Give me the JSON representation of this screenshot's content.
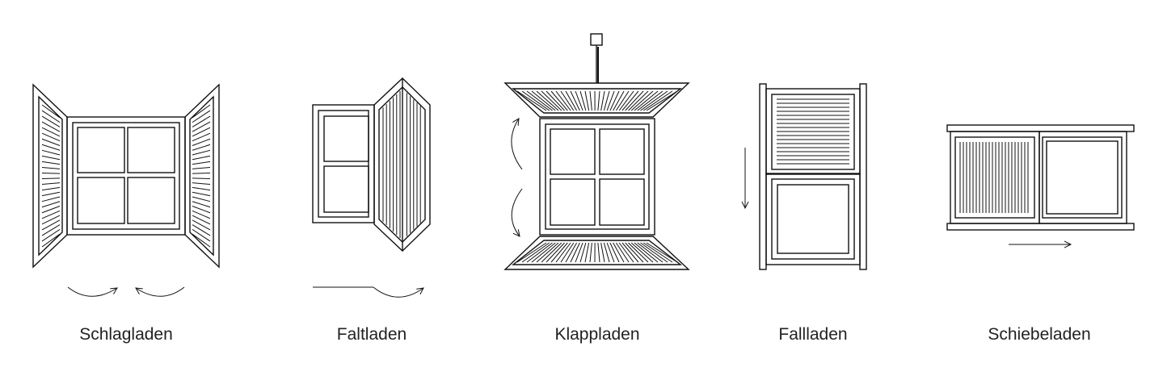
{
  "figures": [
    {
      "label": "Schlagladen"
    },
    {
      "label": "Faltladen"
    },
    {
      "label": "Klappladen"
    },
    {
      "label": "Fallladen"
    },
    {
      "label": "Schiebeladen"
    }
  ],
  "colors": {
    "line": "#111111",
    "background": "#ffffff",
    "text": "#222222"
  }
}
